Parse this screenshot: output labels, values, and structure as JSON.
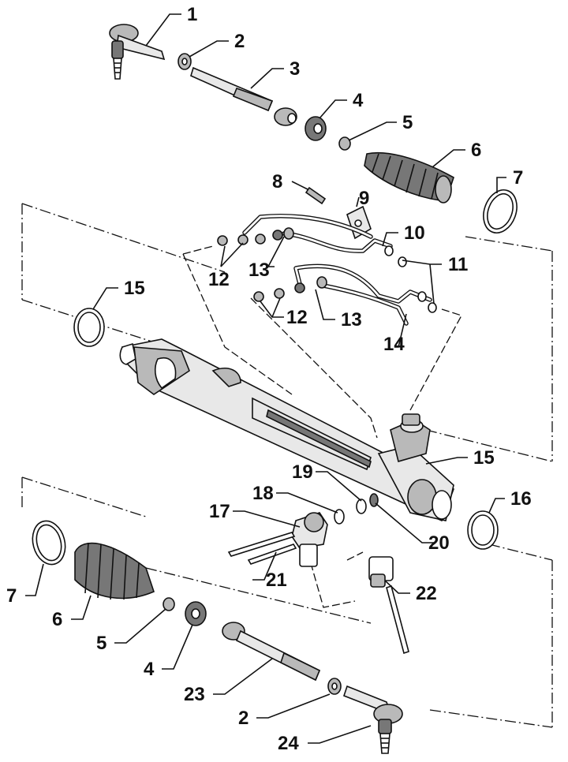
{
  "callouts": [
    {
      "id": "1",
      "label": "1"
    },
    {
      "id": "2a",
      "label": "2"
    },
    {
      "id": "3",
      "label": "3"
    },
    {
      "id": "4a",
      "label": "4"
    },
    {
      "id": "5a",
      "label": "5"
    },
    {
      "id": "6a",
      "label": "6"
    },
    {
      "id": "7a",
      "label": "7"
    },
    {
      "id": "8",
      "label": "8"
    },
    {
      "id": "9",
      "label": "9"
    },
    {
      "id": "10",
      "label": "10"
    },
    {
      "id": "11",
      "label": "11"
    },
    {
      "id": "12a",
      "label": "12"
    },
    {
      "id": "13a",
      "label": "13"
    },
    {
      "id": "12b",
      "label": "12"
    },
    {
      "id": "13b",
      "label": "13"
    },
    {
      "id": "14",
      "label": "14"
    },
    {
      "id": "15a",
      "label": "15"
    },
    {
      "id": "15b",
      "label": "15"
    },
    {
      "id": "16",
      "label": "16"
    },
    {
      "id": "17",
      "label": "17"
    },
    {
      "id": "18",
      "label": "18"
    },
    {
      "id": "19",
      "label": "19"
    },
    {
      "id": "20",
      "label": "20"
    },
    {
      "id": "21",
      "label": "21"
    },
    {
      "id": "22",
      "label": "22"
    },
    {
      "id": "7b",
      "label": "7"
    },
    {
      "id": "6b",
      "label": "6"
    },
    {
      "id": "5b",
      "label": "5"
    },
    {
      "id": "4b",
      "label": "4"
    },
    {
      "id": "23",
      "label": "23"
    },
    {
      "id": "2b",
      "label": "2"
    },
    {
      "id": "24",
      "label": "24"
    }
  ]
}
